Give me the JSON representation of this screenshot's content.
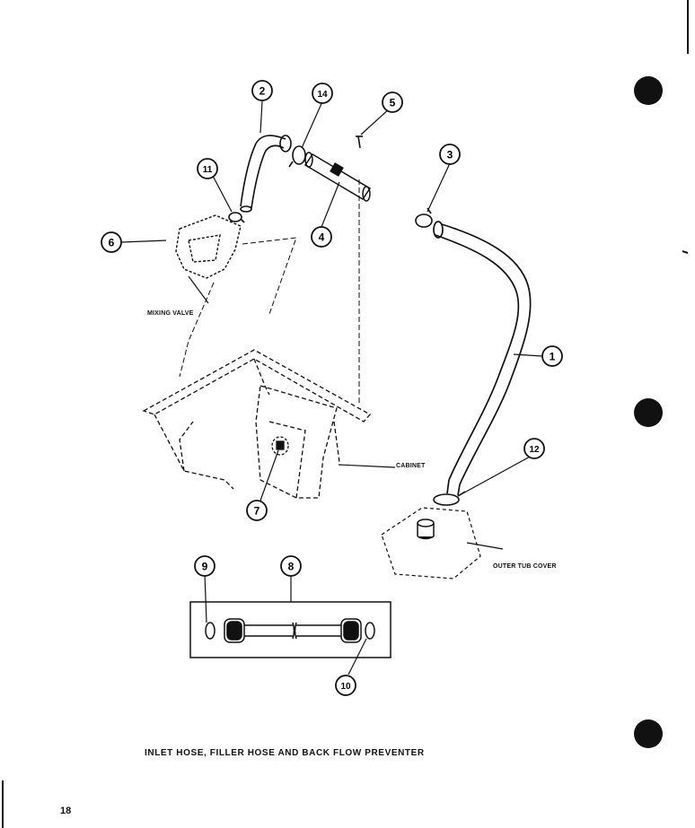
{
  "callouts": [
    {
      "id": "c1",
      "num": "1"
    },
    {
      "id": "c2",
      "num": "2"
    },
    {
      "id": "c3",
      "num": "3"
    },
    {
      "id": "c4",
      "num": "4"
    },
    {
      "id": "c5",
      "num": "5"
    },
    {
      "id": "c6",
      "num": "6"
    },
    {
      "id": "c7",
      "num": "7"
    },
    {
      "id": "c8",
      "num": "8"
    },
    {
      "id": "c9",
      "num": "9"
    },
    {
      "id": "c10",
      "num": "10"
    },
    {
      "id": "c11",
      "num": "11"
    },
    {
      "id": "c12",
      "num": "12"
    },
    {
      "id": "c14",
      "num": "14"
    }
  ],
  "labels": {
    "mixing_valve": "MIXING VALVE",
    "cabinet": "CABINET",
    "outer_tub_cover": "OUTER TUB COVER"
  },
  "caption": "INLET HOSE, FILLER HOSE AND BACK FLOW PREVENTER",
  "page_number": "18",
  "colors": {
    "ink": "#111111",
    "paper": "#ffffff"
  }
}
